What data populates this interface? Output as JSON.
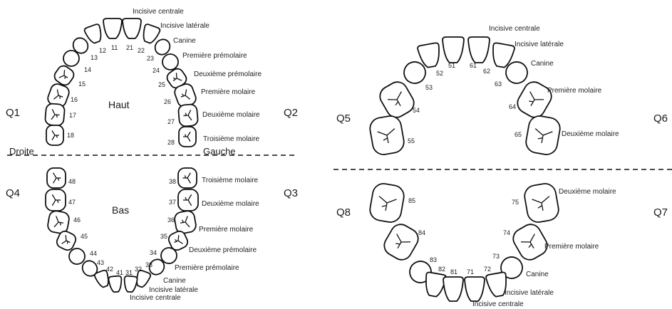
{
  "permanent": {
    "quadrants": {
      "q1": "Q1",
      "q2": "Q2",
      "q3": "Q3",
      "q4": "Q4"
    },
    "jaw": {
      "upper": "Haut",
      "lower": "Bas"
    },
    "sides": {
      "right": "Droite",
      "left": "Gauche"
    },
    "numbers": [
      "11",
      "12",
      "13",
      "14",
      "15",
      "16",
      "17",
      "18",
      "21",
      "22",
      "23",
      "24",
      "25",
      "26",
      "27",
      "28",
      "31",
      "32",
      "33",
      "34",
      "35",
      "36",
      "37",
      "38",
      "41",
      "42",
      "43",
      "44",
      "45",
      "46",
      "47",
      "48"
    ],
    "upper_names": [
      "Incisive centrale",
      "Incisive latérale",
      "Canine",
      "Première prémolaire",
      "Deuxième prémolaire",
      "Première molaire",
      "Deuxième molaire",
      "Troisième molaire"
    ],
    "lower_names": [
      "Troisième molaire",
      "Deuxième molaire",
      "Première molaire",
      "Deuxième prémolaire",
      "Première prémolaire",
      "Canine",
      "Incisive latérale",
      "Incisive centrale"
    ]
  },
  "primary": {
    "quadrants": {
      "q5": "Q5",
      "q6": "Q6",
      "q7": "Q7",
      "q8": "Q8"
    },
    "numbers": [
      "51",
      "52",
      "53",
      "54",
      "55",
      "61",
      "62",
      "63",
      "64",
      "65",
      "71",
      "72",
      "73",
      "74",
      "75",
      "81",
      "82",
      "83",
      "84",
      "85"
    ],
    "upper_names": [
      "Incisive centrale",
      "Incisive latérale",
      "Canine",
      "Première molaire",
      "Deuxième molaire"
    ],
    "lower_names": [
      "Deuxième molaire",
      "Première molaire",
      "Canine",
      "Incisive latérale",
      "Incisive centrale"
    ]
  }
}
